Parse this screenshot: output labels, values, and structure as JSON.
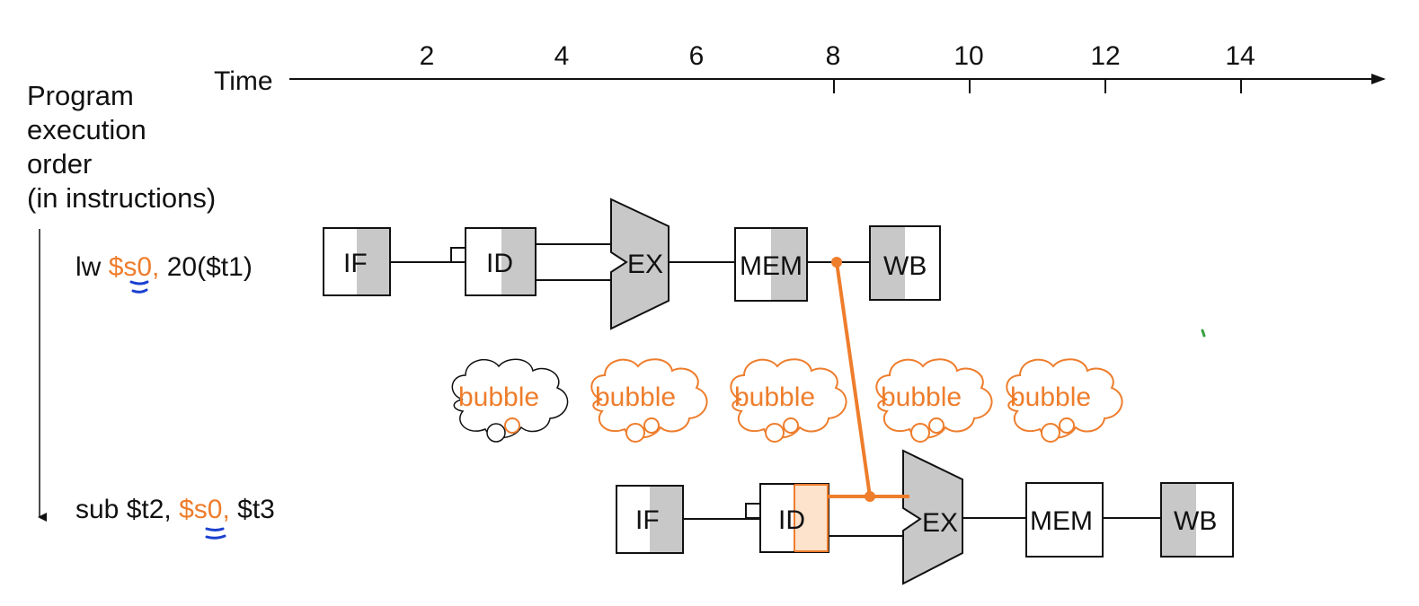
{
  "axis": {
    "label": "Time",
    "ticks": [
      "2",
      "4",
      "6",
      "8",
      "10",
      "12",
      "14"
    ]
  },
  "order_label": [
    "Program",
    "execution",
    "order",
    "(in instructions)"
  ],
  "instructions": [
    {
      "op": "lw",
      "dest": "$s0,",
      "rest": "20($t1)",
      "stages": [
        "IF",
        "ID",
        "EX",
        "MEM",
        "WB"
      ]
    },
    {
      "op": "sub $t2,",
      "dest": "$s0,",
      "rest": "$t3",
      "stages": [
        "IF",
        "ID",
        "EX",
        "MEM",
        "WB"
      ]
    }
  ],
  "bubbles": [
    "bubble",
    "bubble",
    "bubble",
    "bubble",
    "bubble"
  ],
  "colors": {
    "accent": "#ee7d2c",
    "shade": "#c8c8c8",
    "highlight": "#fde3cc",
    "underline": "#1a3fd0"
  }
}
